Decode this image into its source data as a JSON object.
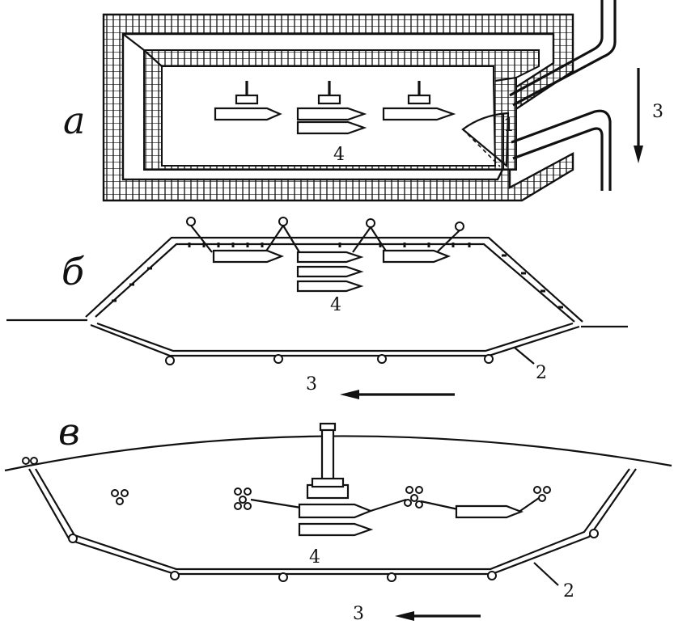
{
  "panels": {
    "a": {
      "label": "а",
      "numbers": {
        "gate": "1",
        "ships": "4",
        "flow": "3"
      }
    },
    "b": {
      "label": "б",
      "numbers": {
        "ships": "4",
        "wall": "2",
        "flow": "3"
      }
    },
    "c": {
      "label": "в",
      "numbers": {
        "ships": "4",
        "wall": "2",
        "flow": "3"
      }
    }
  },
  "colors": {
    "ink": "#111111",
    "background": "#ffffff"
  }
}
